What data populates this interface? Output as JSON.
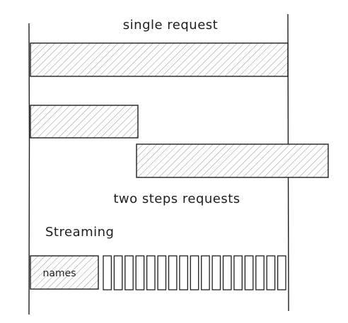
{
  "labels": {
    "single_request": "single request",
    "two_steps": "two steps requests",
    "streaming": "Streaming",
    "names": "names"
  },
  "colors": {
    "stroke": "#1e1e1e",
    "hatch": "#9a9a9a",
    "background": "#ffffff"
  },
  "streaming_chunk_count": 17
}
